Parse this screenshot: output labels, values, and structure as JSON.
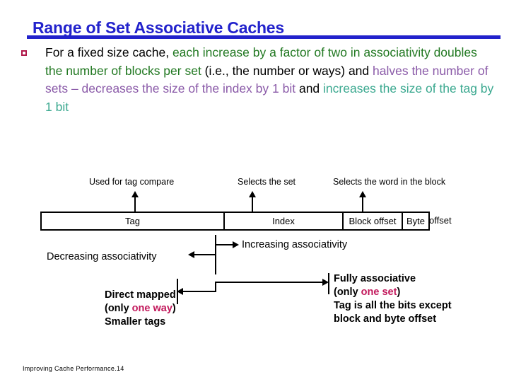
{
  "slide": {
    "title": "Range of Set Associative Caches",
    "footer": "Improving Cache Performance.14",
    "accent_color": "#2222cc",
    "bullet_marker_color": "#b0184a"
  },
  "bullet": {
    "marker": "square-bullet-icon",
    "segments": [
      {
        "text": "For a fixed size cache, ",
        "color": "#000000"
      },
      {
        "text": "each increase by a factor of two in associativity doubles the number of blocks per set ",
        "color": "#217821"
      },
      {
        "text": "(i.e., the number or ways) and ",
        "color": "#000000"
      },
      {
        "text": "halves the number of sets – decreases the size of the index by 1 bit ",
        "color": "#8a5aa8"
      },
      {
        "text": "and ",
        "color": "#000000"
      },
      {
        "text": "increases the size of the tag by 1 bit",
        "color": "#3aa88f"
      }
    ]
  },
  "diagram": {
    "callouts": [
      {
        "label": "Used for tag compare"
      },
      {
        "label": "Selects the set"
      },
      {
        "label": "Selects the word in the block"
      }
    ],
    "address_fields": [
      {
        "label": "Tag"
      },
      {
        "label": "Index"
      },
      {
        "label": "Block offset"
      },
      {
        "label": "Byte"
      }
    ],
    "byte_offset_overflow": "offset",
    "decreasing_label": "Decreasing associativity",
    "increasing_label": "Increasing associativity",
    "direct_mapped": {
      "line1": "Direct mapped",
      "line2_pre": "(only ",
      "line2_hl": "one way",
      "line2_post": ")",
      "line3": "Smaller tags"
    },
    "fully_associative": {
      "line1": "Fully associative",
      "line2_pre": "(only ",
      "line2_hl": "one set",
      "line2_post": ")",
      "line3": "Tag is all the bits except",
      "line4": "block and byte offset"
    },
    "highlight_color": "#c2185b"
  }
}
